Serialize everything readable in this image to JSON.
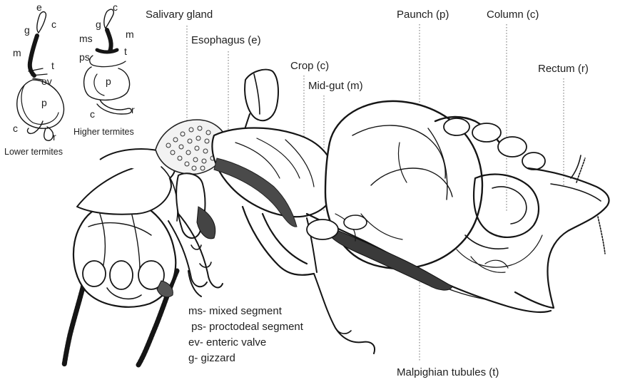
{
  "labels": {
    "salivary_gland": "Salivary gland",
    "esophagus": "Esophagus (e)",
    "crop": "Crop (c)",
    "midgut": "Mid-gut (m)",
    "paunch": "Paunch (p)",
    "column": "Column (c)",
    "rectum": "Rectum (r)",
    "malpighian": "Malpighian tubules  (t)"
  },
  "legend": [
    "ms- mixed segment",
    " ps- proctodeal segment",
    "ev- enteric valve",
    "g- gizzard"
  ],
  "lower_inset": {
    "caption": "Lower termites",
    "letters": {
      "e": "e",
      "g": "g",
      "c_top": "c",
      "m": "m",
      "t": "t",
      "ev": "ev",
      "p": "p",
      "c_bottom": "c",
      "r": "r"
    }
  },
  "higher_inset": {
    "caption": "Higher termites",
    "letters": {
      "c_top": "c",
      "g": "g",
      "ms": "ms",
      "m": "m",
      "ps": "ps",
      "t": "t",
      "p": "p",
      "c_bottom": "c",
      "r": "r"
    }
  }
}
